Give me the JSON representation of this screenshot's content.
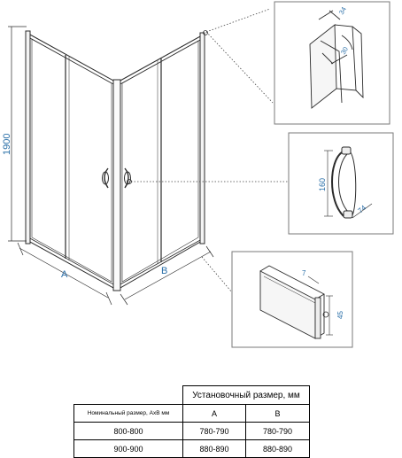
{
  "dimensions": {
    "height": "1900",
    "width_a": "A",
    "width_b": "B",
    "profile_width": "34",
    "profile_depth": "30",
    "handle_height": "160",
    "handle_depth": "74",
    "rail_thickness": "7",
    "rail_height": "45"
  },
  "table": {
    "header": "Установочный размер, мм",
    "row_header_label": "Номинальный размер, АхВ мм",
    "col_a": "A",
    "col_b": "B",
    "rows": [
      {
        "size": "800-800",
        "a": "780-790",
        "b": "780-790"
      },
      {
        "size": "900-900",
        "a": "880-890",
        "b": "880-890"
      }
    ]
  },
  "colors": {
    "line": "#2b2b2b",
    "dimension_text": "#2a6fa8",
    "detail_frame": "#7a7a7a"
  }
}
